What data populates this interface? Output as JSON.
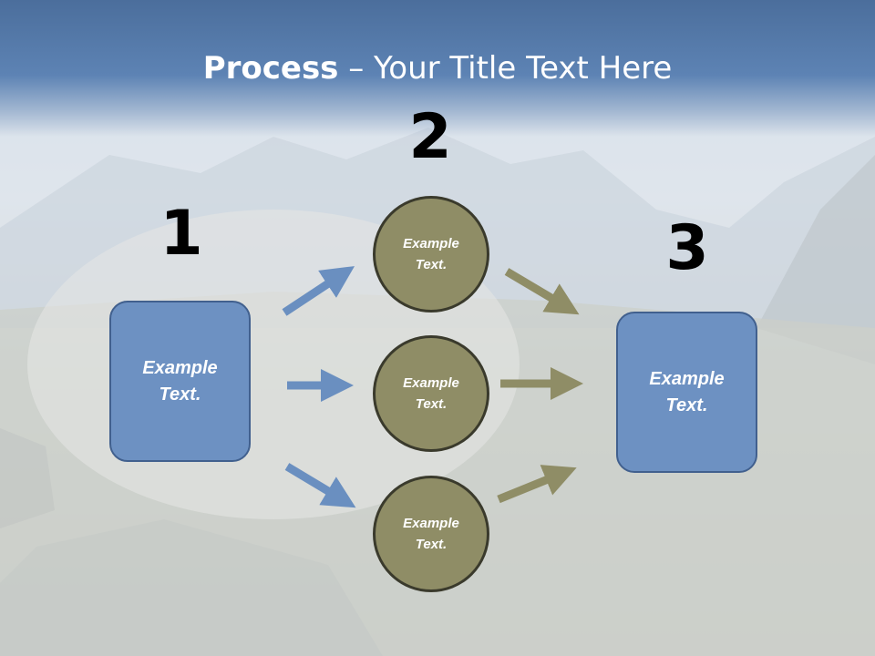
{
  "slide": {
    "title_bold": "Process",
    "title_rest": " – Your Title Text Here"
  },
  "steps": {
    "step1": {
      "number": "1",
      "text": "Example\nText."
    },
    "step2": {
      "number": "2",
      "circles": [
        {
          "text": "Example\nText."
        },
        {
          "text": "Example\nText."
        },
        {
          "text": "Example\nText."
        }
      ]
    },
    "step3": {
      "number": "3",
      "text": "Example\nText."
    }
  },
  "colors": {
    "box_fill": "#6d91c2",
    "box_border": "#41608e",
    "circle_fill": "#8f8d66",
    "circle_border": "#3a3a2c",
    "arrow_blue": "#6a8fc0",
    "arrow_olive": "#8f8d66",
    "title_band": "#5a7fae"
  }
}
